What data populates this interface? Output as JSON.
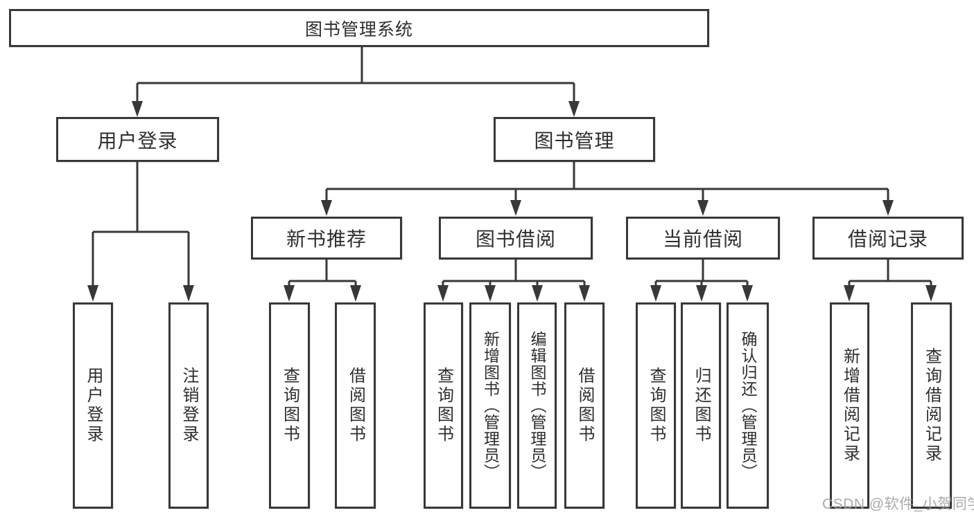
{
  "diagram": {
    "type": "tree",
    "tree": {
      "label": "图书管理系统",
      "children": [
        {
          "label": "用户登录",
          "children": [
            {
              "label": "用户登录"
            },
            {
              "label": "注销登录"
            }
          ]
        },
        {
          "label": "图书管理",
          "children": [
            {
              "label": "新书推荐",
              "children": [
                {
                  "label": "查询图书"
                },
                {
                  "label": "借阅图书"
                }
              ]
            },
            {
              "label": "图书借阅",
              "children": [
                {
                  "label": "查询图书"
                },
                {
                  "label": "新增图书（管理员）"
                },
                {
                  "label": "编辑图书（管理员）"
                },
                {
                  "label": "借阅图书"
                }
              ]
            },
            {
              "label": "当前借阅",
              "children": [
                {
                  "label": "查询图书"
                },
                {
                  "label": "归还图书"
                },
                {
                  "label": "确认归还（管理员）"
                }
              ]
            },
            {
              "label": "借阅记录",
              "children": [
                {
                  "label": "新增借阅记录"
                },
                {
                  "label": "查询借阅记录"
                }
              ]
            }
          ]
        }
      ]
    },
    "colors": {
      "line": "#383838",
      "text": "#2e2e2e",
      "background": "#ffffff",
      "watermark": "#9e9e9e"
    }
  },
  "watermark": {
    "text": "CSDN @软件_小贺同学"
  }
}
